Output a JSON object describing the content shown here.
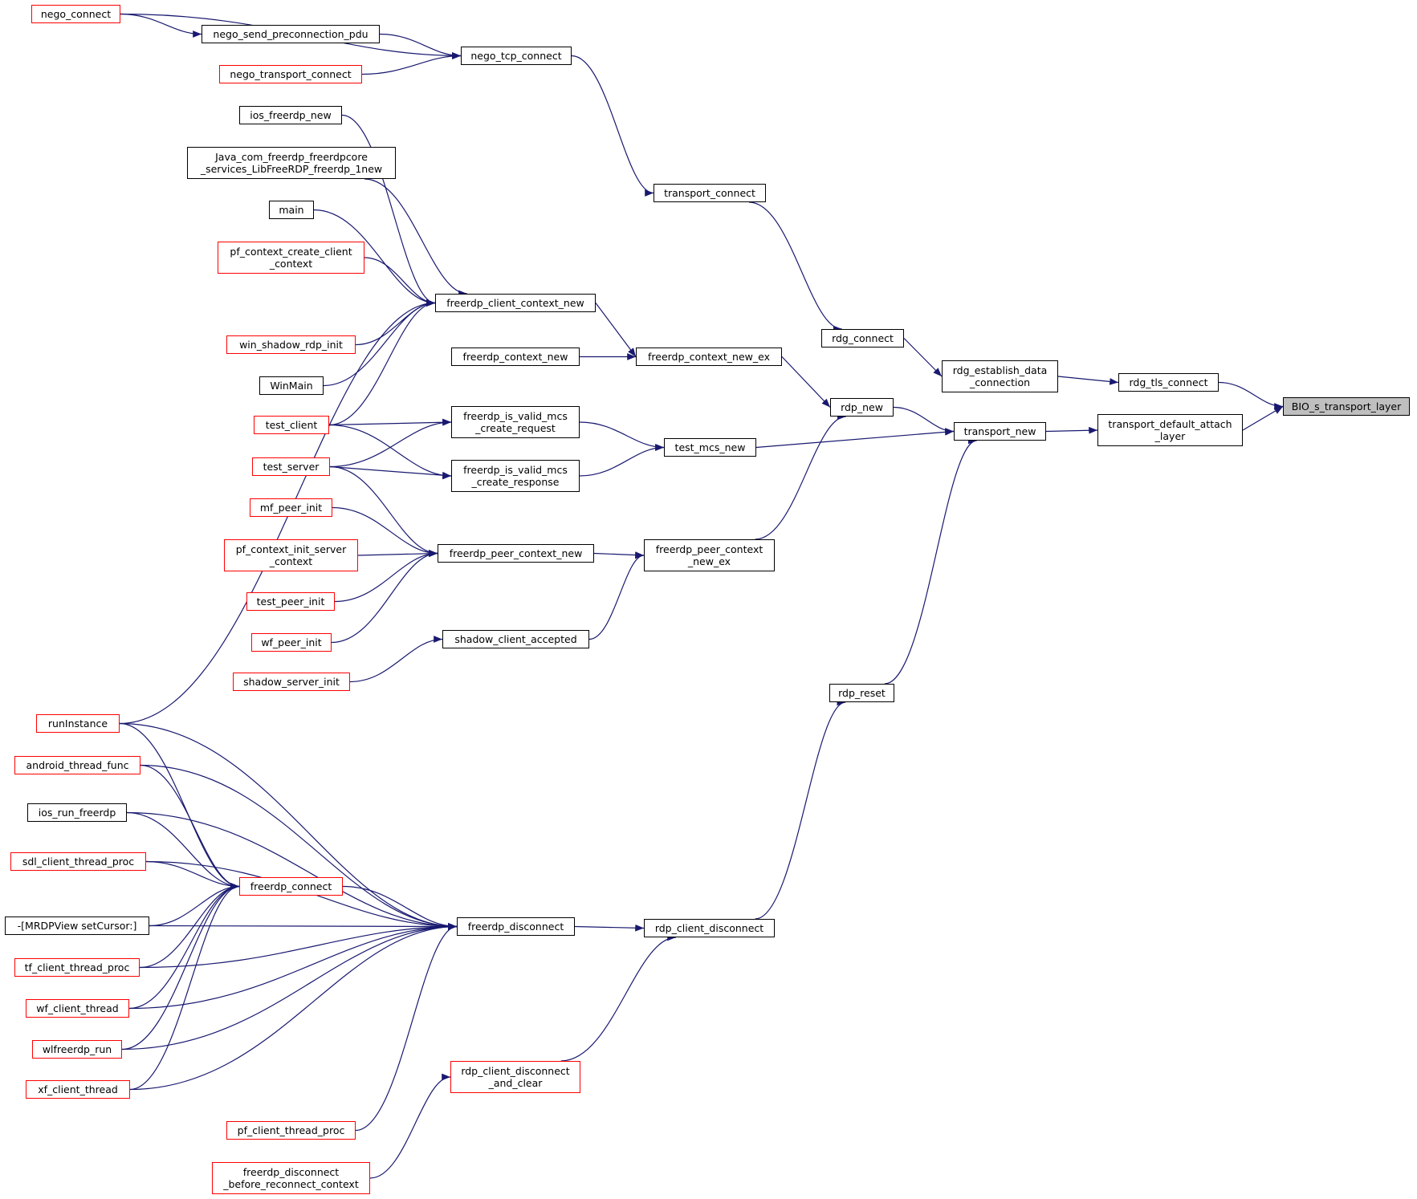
{
  "diagram": {
    "title": "",
    "edge_color": "#191970",
    "nodes": [
      {
        "id": "BIO_s_transport_layer",
        "label": "BIO_s_transport_layer",
        "style": "root"
      },
      {
        "id": "rdg_tls_connect",
        "label": "rdg_tls_connect",
        "style": "black"
      },
      {
        "id": "transport_default_attach_layer",
        "label": "transport_default_attach\n_layer",
        "style": "black"
      },
      {
        "id": "rdg_establish_data_connection",
        "label": "rdg_establish_data\n_connection",
        "style": "black"
      },
      {
        "id": "transport_new",
        "label": "transport_new",
        "style": "black"
      },
      {
        "id": "rdg_connect",
        "label": "rdg_connect",
        "style": "black"
      },
      {
        "id": "rdp_new",
        "label": "rdp_new",
        "style": "black"
      },
      {
        "id": "test_mcs_new",
        "label": "test_mcs_new",
        "style": "black"
      },
      {
        "id": "rdp_reset",
        "label": "rdp_reset",
        "style": "black"
      },
      {
        "id": "transport_connect",
        "label": "transport_connect",
        "style": "black"
      },
      {
        "id": "freerdp_context_new_ex",
        "label": "freerdp_context_new_ex",
        "style": "black"
      },
      {
        "id": "freerdp_peer_context_new_ex",
        "label": "freerdp_peer_context\n_new_ex",
        "style": "black"
      },
      {
        "id": "rdp_client_disconnect",
        "label": "rdp_client_disconnect",
        "style": "black"
      },
      {
        "id": "nego_tcp_connect",
        "label": "nego_tcp_connect",
        "style": "black"
      },
      {
        "id": "freerdp_client_context_new",
        "label": "freerdp_client_context_new",
        "style": "black"
      },
      {
        "id": "freerdp_context_new",
        "label": "freerdp_context_new",
        "style": "black"
      },
      {
        "id": "freerdp_is_valid_mcs_create_request",
        "label": "freerdp_is_valid_mcs\n_create_request",
        "style": "black"
      },
      {
        "id": "freerdp_is_valid_mcs_create_response",
        "label": "freerdp_is_valid_mcs\n_create_response",
        "style": "black"
      },
      {
        "id": "freerdp_peer_context_new",
        "label": "freerdp_peer_context_new",
        "style": "black"
      },
      {
        "id": "shadow_client_accepted",
        "label": "shadow_client_accepted",
        "style": "black"
      },
      {
        "id": "freerdp_disconnect",
        "label": "freerdp_disconnect",
        "style": "black"
      },
      {
        "id": "rdp_client_disconnect_and_clear",
        "label": "rdp_client_disconnect\n_and_clear",
        "style": "red"
      },
      {
        "id": "nego_connect",
        "label": "nego_connect",
        "style": "red"
      },
      {
        "id": "nego_send_preconnection_pdu",
        "label": "nego_send_preconnection_pdu",
        "style": "black"
      },
      {
        "id": "nego_transport_connect",
        "label": "nego_transport_connect",
        "style": "red"
      },
      {
        "id": "ios_freerdp_new",
        "label": "ios_freerdp_new",
        "style": "black"
      },
      {
        "id": "Java_com_freerdp",
        "label": "Java_com_freerdp_freerdpcore\n_services_LibFreeRDP_freerdp_1new",
        "style": "black"
      },
      {
        "id": "main",
        "label": "main",
        "style": "black"
      },
      {
        "id": "pf_context_create_client_context",
        "label": "pf_context_create_client\n_context",
        "style": "red"
      },
      {
        "id": "win_shadow_rdp_init",
        "label": "win_shadow_rdp_init",
        "style": "red"
      },
      {
        "id": "WinMain",
        "label": "WinMain",
        "style": "black"
      },
      {
        "id": "test_client",
        "label": "test_client",
        "style": "red"
      },
      {
        "id": "test_server",
        "label": "test_server",
        "style": "red"
      },
      {
        "id": "mf_peer_init",
        "label": "mf_peer_init",
        "style": "red"
      },
      {
        "id": "pf_context_init_server_context",
        "label": "pf_context_init_server\n_context",
        "style": "red"
      },
      {
        "id": "test_peer_init",
        "label": "test_peer_init",
        "style": "red"
      },
      {
        "id": "wf_peer_init",
        "label": "wf_peer_init",
        "style": "red"
      },
      {
        "id": "shadow_server_init",
        "label": "shadow_server_init",
        "style": "red"
      },
      {
        "id": "freerdp_connect",
        "label": "freerdp_connect",
        "style": "red"
      },
      {
        "id": "pf_client_thread_proc",
        "label": "pf_client_thread_proc",
        "style": "red"
      },
      {
        "id": "freerdp_disconnect_before_reconnect_context",
        "label": "freerdp_disconnect\n_before_reconnect_context",
        "style": "red"
      },
      {
        "id": "runInstance",
        "label": "runInstance",
        "style": "red"
      },
      {
        "id": "android_thread_func",
        "label": "android_thread_func",
        "style": "red"
      },
      {
        "id": "ios_run_freerdp",
        "label": "ios_run_freerdp",
        "style": "black"
      },
      {
        "id": "sdl_client_thread_proc",
        "label": "sdl_client_thread_proc",
        "style": "red"
      },
      {
        "id": "MRDPView_setCursor",
        "label": "-[MRDPView setCursor:]",
        "style": "black"
      },
      {
        "id": "tf_client_thread_proc",
        "label": "tf_client_thread_proc",
        "style": "red"
      },
      {
        "id": "wf_client_thread",
        "label": "wf_client_thread",
        "style": "red"
      },
      {
        "id": "wlfreerdp_run",
        "label": "wlfreerdp_run",
        "style": "red"
      },
      {
        "id": "xf_client_thread",
        "label": "xf_client_thread",
        "style": "red"
      }
    ],
    "edges": [
      {
        "from": "rdg_tls_connect",
        "to": "BIO_s_transport_layer"
      },
      {
        "from": "transport_default_attach_layer",
        "to": "BIO_s_transport_layer"
      },
      {
        "from": "rdg_establish_data_connection",
        "to": "rdg_tls_connect"
      },
      {
        "from": "transport_new",
        "to": "transport_default_attach_layer"
      },
      {
        "from": "rdg_connect",
        "to": "rdg_establish_data_connection"
      },
      {
        "from": "rdp_new",
        "to": "transport_new"
      },
      {
        "from": "test_mcs_new",
        "to": "transport_new"
      },
      {
        "from": "rdp_reset",
        "to": "transport_new"
      },
      {
        "from": "transport_connect",
        "to": "rdg_connect"
      },
      {
        "from": "freerdp_context_new_ex",
        "to": "rdp_new"
      },
      {
        "from": "freerdp_peer_context_new_ex",
        "to": "rdp_new"
      },
      {
        "from": "freerdp_is_valid_mcs_create_request",
        "to": "test_mcs_new"
      },
      {
        "from": "freerdp_is_valid_mcs_create_response",
        "to": "test_mcs_new"
      },
      {
        "from": "rdp_client_disconnect",
        "to": "rdp_reset"
      },
      {
        "from": "nego_tcp_connect",
        "to": "transport_connect"
      },
      {
        "from": "freerdp_client_context_new",
        "to": "freerdp_context_new_ex"
      },
      {
        "from": "freerdp_context_new",
        "to": "freerdp_context_new_ex"
      },
      {
        "from": "freerdp_peer_context_new",
        "to": "freerdp_peer_context_new_ex"
      },
      {
        "from": "shadow_client_accepted",
        "to": "freerdp_peer_context_new_ex"
      },
      {
        "from": "freerdp_disconnect",
        "to": "rdp_client_disconnect"
      },
      {
        "from": "rdp_client_disconnect_and_clear",
        "to": "rdp_client_disconnect"
      },
      {
        "from": "nego_connect",
        "to": "nego_tcp_connect"
      },
      {
        "from": "nego_send_preconnection_pdu",
        "to": "nego_tcp_connect"
      },
      {
        "from": "nego_transport_connect",
        "to": "nego_tcp_connect"
      },
      {
        "from": "nego_connect",
        "to": "nego_send_preconnection_pdu"
      },
      {
        "from": "ios_freerdp_new",
        "to": "freerdp_client_context_new"
      },
      {
        "from": "Java_com_freerdp",
        "to": "freerdp_client_context_new"
      },
      {
        "from": "main",
        "to": "freerdp_client_context_new"
      },
      {
        "from": "pf_context_create_client_context",
        "to": "freerdp_client_context_new"
      },
      {
        "from": "runInstance",
        "to": "freerdp_client_context_new"
      },
      {
        "from": "win_shadow_rdp_init",
        "to": "freerdp_client_context_new"
      },
      {
        "from": "WinMain",
        "to": "freerdp_client_context_new"
      },
      {
        "from": "test_client",
        "to": "freerdp_client_context_new"
      },
      {
        "from": "test_client",
        "to": "freerdp_is_valid_mcs_create_request"
      },
      {
        "from": "test_client",
        "to": "freerdp_is_valid_mcs_create_response"
      },
      {
        "from": "test_server",
        "to": "freerdp_is_valid_mcs_create_request"
      },
      {
        "from": "test_server",
        "to": "freerdp_is_valid_mcs_create_response"
      },
      {
        "from": "test_server",
        "to": "freerdp_peer_context_new"
      },
      {
        "from": "mf_peer_init",
        "to": "freerdp_peer_context_new"
      },
      {
        "from": "pf_context_init_server_context",
        "to": "freerdp_peer_context_new"
      },
      {
        "from": "test_peer_init",
        "to": "freerdp_peer_context_new"
      },
      {
        "from": "wf_peer_init",
        "to": "freerdp_peer_context_new"
      },
      {
        "from": "shadow_server_init",
        "to": "shadow_client_accepted"
      },
      {
        "from": "freerdp_connect",
        "to": "freerdp_disconnect"
      },
      {
        "from": "runInstance",
        "to": "freerdp_disconnect"
      },
      {
        "from": "android_thread_func",
        "to": "freerdp_disconnect"
      },
      {
        "from": "ios_run_freerdp",
        "to": "freerdp_disconnect"
      },
      {
        "from": "sdl_client_thread_proc",
        "to": "freerdp_disconnect"
      },
      {
        "from": "MRDPView_setCursor",
        "to": "freerdp_disconnect"
      },
      {
        "from": "tf_client_thread_proc",
        "to": "freerdp_disconnect"
      },
      {
        "from": "wf_client_thread",
        "to": "freerdp_disconnect"
      },
      {
        "from": "wlfreerdp_run",
        "to": "freerdp_disconnect"
      },
      {
        "from": "xf_client_thread",
        "to": "freerdp_disconnect"
      },
      {
        "from": "pf_client_thread_proc",
        "to": "freerdp_disconnect"
      },
      {
        "from": "freerdp_disconnect_before_reconnect_context",
        "to": "rdp_client_disconnect_and_clear"
      },
      {
        "from": "runInstance",
        "to": "freerdp_connect"
      },
      {
        "from": "android_thread_func",
        "to": "freerdp_connect"
      },
      {
        "from": "ios_run_freerdp",
        "to": "freerdp_connect"
      },
      {
        "from": "sdl_client_thread_proc",
        "to": "freerdp_connect"
      },
      {
        "from": "MRDPView_setCursor",
        "to": "freerdp_connect"
      },
      {
        "from": "tf_client_thread_proc",
        "to": "freerdp_connect"
      },
      {
        "from": "wf_client_thread",
        "to": "freerdp_connect"
      },
      {
        "from": "wlfreerdp_run",
        "to": "freerdp_connect"
      },
      {
        "from": "xf_client_thread",
        "to": "freerdp_connect"
      }
    ]
  }
}
